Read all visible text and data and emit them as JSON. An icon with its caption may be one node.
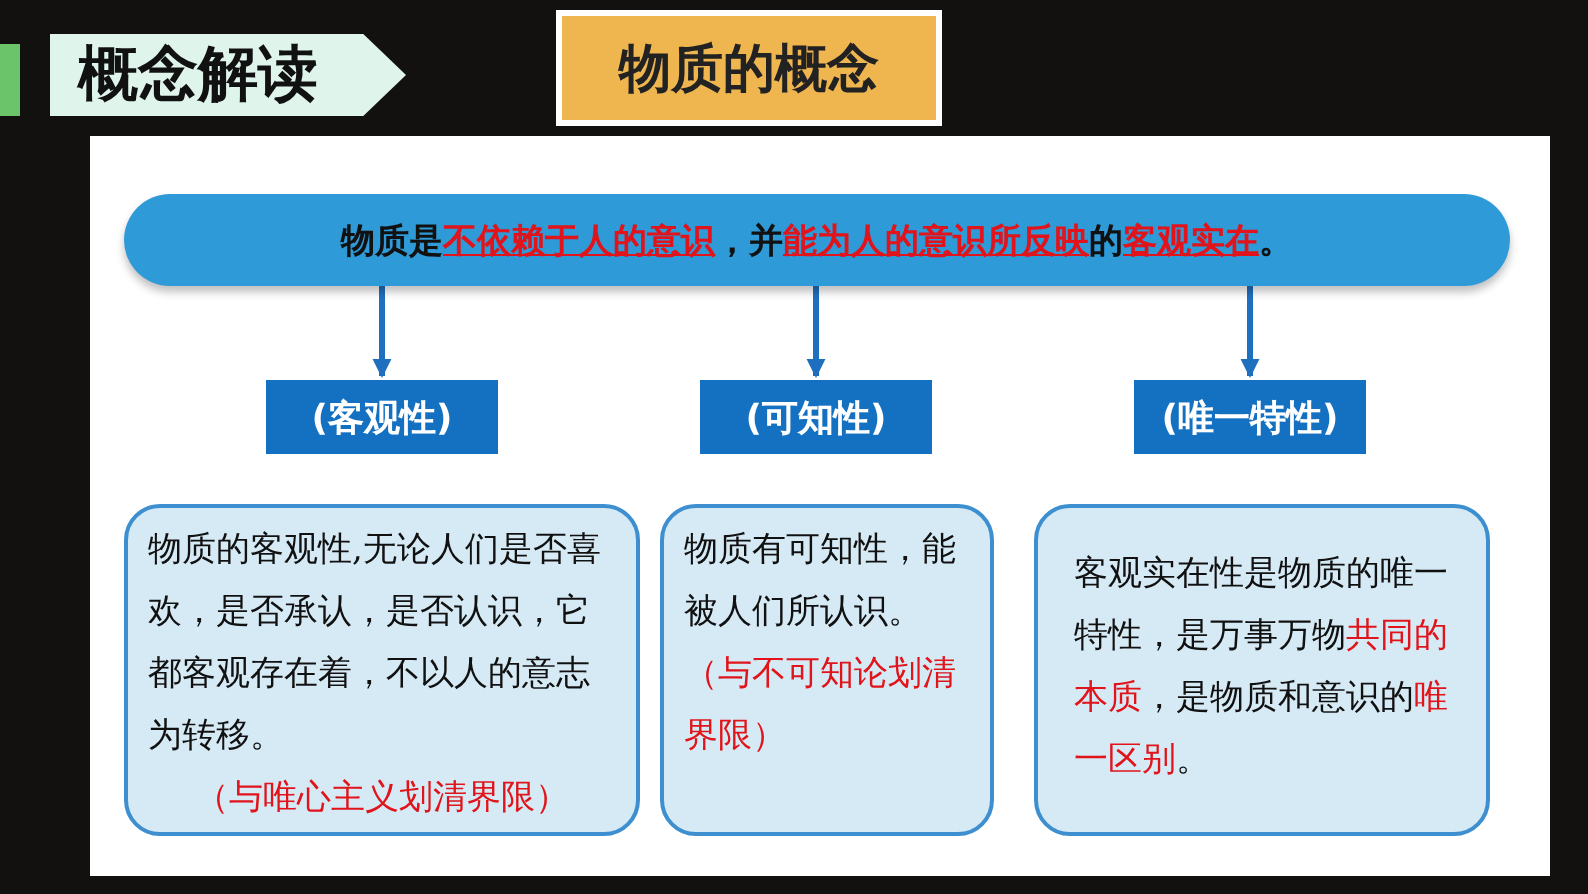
{
  "diagram": {
    "nodes": [
      {
        "text": [
          "概念解读"
        ]
      },
      {
        "text": [
          "物质的概念"
        ]
      },
      {
        "text": [
          "物质是**不依赖于人的意识**，并**能为人的意识所反映**的**客观实在**。"
        ]
      },
      {
        "text": [
          "(客观性)"
        ]
      },
      {
        "text": [
          "(可知性)"
        ]
      },
      {
        "text": [
          "(唯一特性)"
        ]
      },
      {
        "text": [
          "物质的客观性,无论人们是否喜欢，是否承认，是否认识，它都客观存在着，不以人的意志为转移。",
          "（与唯心主义划清界限）"
        ]
      },
      {
        "text": [
          "物质有可知性，能被人们所认识。",
          "（与不可知论划清界限）"
        ]
      },
      {
        "text": [
          "客观实在性是物质的唯一特性，是万事万物**共同的本质**，是物质和意识的**唯一区别**。"
        ]
      }
    ],
    "edges": [
      {
        "from": 2,
        "to": 3,
        "arrow": "to"
      },
      {
        "from": 2,
        "to": 4,
        "arrow": "to"
      },
      {
        "from": 2,
        "to": 5,
        "arrow": "to"
      }
    ]
  }
}
